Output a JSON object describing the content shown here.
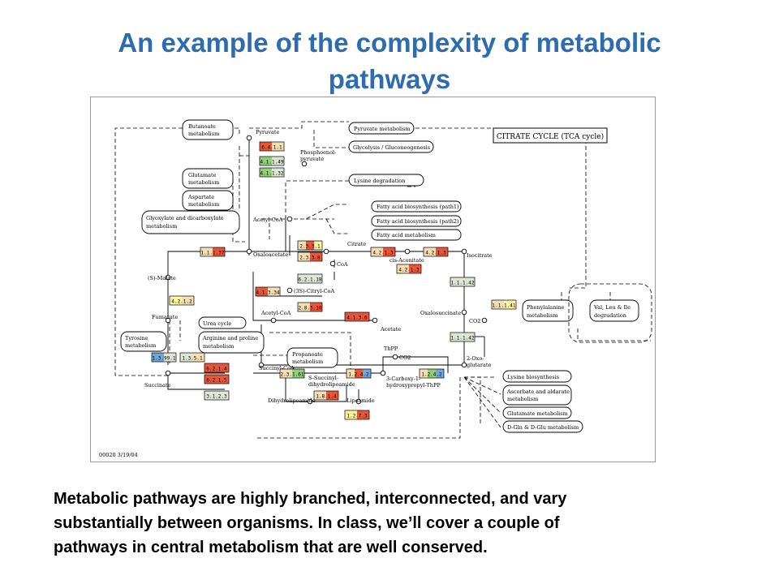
{
  "slide": {
    "title_line1": "An example of the complexity of metabolic",
    "title_line2": "pathways",
    "caption_line1": "Metabolic pathways are highly branched, interconnected, and vary",
    "caption_line2": "substantially between organisms.  In class, we’ll cover a couple of",
    "caption_line3": "pathways in central metabolism that are well conserved."
  },
  "diagram": {
    "map_title": "CITRATE CYCLE (TCA cycle)",
    "footer": "00020  3/19/04",
    "pathway_boxes": {
      "butanoate_1": "Butanoate",
      "butanoate_2": "metabolism",
      "pyruvate_met": "Pyruvate metabolism",
      "glycolysis": "Glycolysis / Gluconeogenesis",
      "lysine_deg": "Lysine degradation",
      "glutamate_1": "Glutamate",
      "glutamate_2": "metabolism",
      "aspartate_1": "Aspartate",
      "aspartate_2": "metabolism",
      "glyoxylate_1": "Glyoxylate and dicarboxylate",
      "glyoxylate_2": "metabolism",
      "fa_path1": "Fatty acid biosynthesis (path1)",
      "fa_path2": "Fatty acid biosynthesis (path2)",
      "fa_met": "Fatty acid metabolism",
      "urea": "Urea cycle",
      "arginine_1": "Arginine and proline",
      "arginine_2": "metabolism",
      "tyrosine_1": "Tyrosine",
      "tyrosine_2": "metabolism",
      "propanoate_1": "Propanoate",
      "propanoate_2": "metabolism",
      "phenyl_1": "Phenylalanine",
      "phenyl_2": "metabolism",
      "valleu_1": "Val, Leu & Ile",
      "valleu_2": "degradation",
      "lysine_bio": "Lysine biosynthesis",
      "ascorbate_1": "Ascorbate and aldarate",
      "ascorbate_2": "metabolism",
      "glutamate_met": "Glutamate metabolism",
      "dgln": "D-Gln & D-Glu metabolism"
    },
    "compounds": {
      "pyruvate": "Pyruvate",
      "pep_1": "Phosphoenol-",
      "pep_2": "pyruvate",
      "acetyl_coa": "Acetyl-CoA",
      "citrate": "Citrate",
      "oxaloacetate": "Oxaloacetate",
      "coa": "CoA",
      "cis_aconitate": "cis-Aconitate",
      "isocitrate": "Isocitrate",
      "s_malate": "(S)-Malate",
      "citryl_coa": "(3S)-Citryl-CoA",
      "acetyl_coa_2": "Acetyl-CoA",
      "acetate": "Acetate",
      "fumarate": "Fumarate",
      "oxalosuccinate": "Oxalosuccinate",
      "co2_1": "CO2",
      "co2_2": "CO2",
      "thpp": "ThPP",
      "oxoglut_1": "2-Oxo-",
      "oxoglut_2": "glutarate",
      "succinyl_coa": "Succinyl-CoA",
      "succinate": "Succinate",
      "s_succinyl_1": "S-Succinyl-",
      "s_succinyl_2": "dihydrolipoamide",
      "carboxy_1": "3-Carboxy-1-",
      "carboxy_2": "hydroxypropyl-ThPP",
      "dihydrolipoamide": "Dihydrolipoamide",
      "lipoamide": "Lipoamide"
    },
    "enzymes": {
      "e_6411": "6.4.1.1",
      "e_41149": "4.1.1.49",
      "e_41132": "4.1.1.32",
      "e_1137": "1.1.1.37",
      "e_2331": "2.3.3.1",
      "e_2338": "2.3.3.8",
      "e_4213a": "4.2.1.3",
      "e_4213b": "4.2.1.3",
      "e_4213c": "4.2.1.3",
      "e_62118": "6.2.1.18",
      "e_41334": "4.1.3.34",
      "e_28310": "2.8.3.10",
      "e_4136": "4.1.3.6",
      "e_4212": "4.2.1.2",
      "e_11142": "1.1.1.42",
      "e_11141": "1.1.1.41",
      "e_11142b": "1.1.1.42",
      "e_1399": "1.3.99.1",
      "e_1351": "1.3.5.1",
      "e_6214": "6.2.1.4",
      "e_6215": "6.2.1.5",
      "e_3123": "3.1.2.3",
      "e_2361": "2.3.1.61",
      "e_1242a": "1.2.4.2",
      "e_1242b": "1.2.4.2",
      "e_1814": "1.8.1.4",
      "e_1273": "1.2.7.3"
    },
    "enzyme_colors": {
      "red": "#e8563a",
      "green": "#92cf7a",
      "tan": "#f5deb3",
      "grey": "#dfe6d5",
      "yellow": "#fff6a0",
      "blue": "#6fa7d8"
    }
  }
}
